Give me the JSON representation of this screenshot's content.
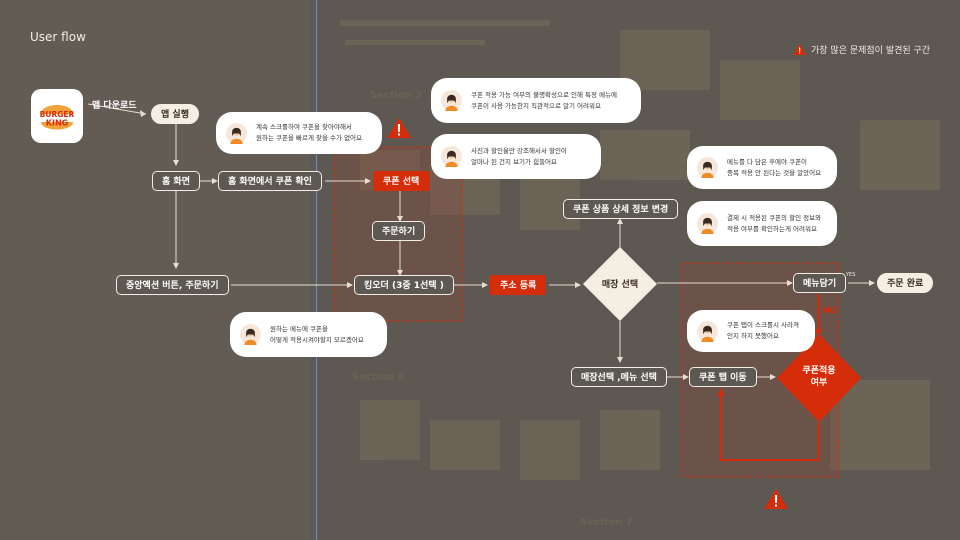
{
  "title": "User flow",
  "legend": {
    "label": "가장 많은 문제점이 발견된 구간",
    "icon": "warning-icon"
  },
  "logo": {
    "line1": "BURGER",
    "line2": "KING"
  },
  "colors": {
    "accent": "#d52c0a",
    "background": "#5d5852",
    "node_light": "#f5efe3"
  },
  "nodes": {
    "app_download": "앱 다운로드",
    "app_launch": "앱 실행",
    "home": "홈 화면",
    "home_coupon_check": "홈 화면에서 쿠폰 확인",
    "coupon_select": "쿠폰 선택",
    "order": "주문하기",
    "center_order": "중앙액션 버튼, 주문하기",
    "king_order": "킹오더 (3중 1선택 )",
    "address": "주소 등록",
    "store_select": "매장 선택",
    "coupon_detail": "쿠폰 상품 상세 정보 변경",
    "menu_cart": "메뉴담기",
    "order_done": "주문 완료",
    "store_menu_select": "매장선택 ,메뉴 선택",
    "coupon_tab": "쿠폰 탭 이동",
    "coupon_apply": "쿠폰적용\n여부"
  },
  "branch": {
    "yes": "YES",
    "no": "NO"
  },
  "comments": [
    {
      "id": "scroll",
      "lines": [
        "계속 스크롤하여 쿠폰을 찾아야해서",
        "원하는 쿠폰을 빠르게 찾을 수가 없어요"
      ]
    },
    {
      "id": "availability",
      "lines": [
        "쿠폰 적용 가능 여부의  불명확성으로 인해 특정 메뉴에",
        "쿠폰이 사용 가능한지 직관적으로 알기 어려워요"
      ]
    },
    {
      "id": "discount",
      "lines": [
        "사진과 할인율만 강조해서서 할인이",
        "얼마나 된 건지 보기가 힘들어요"
      ]
    },
    {
      "id": "menu_apply",
      "lines": [
        "원하는 메뉴에 쿠폰을",
        "어떻게 적용시켜야할지 모르겠어요"
      ]
    },
    {
      "id": "duplicate",
      "lines": [
        "메뉴를 다 담은 후에야 쿠폰이",
        "중복 적용 안 된다는 것을 알았어요"
      ]
    },
    {
      "id": "payment",
      "lines": [
        "결제 시 적용된 쿠폰의 할인 정보와",
        "적용 여부를 확인하는게 어려워요"
      ]
    },
    {
      "id": "tab_gone",
      "lines": [
        "쿠폰 탭이 스크롤시 사라져",
        "인지 하지 못했어요"
      ]
    }
  ]
}
